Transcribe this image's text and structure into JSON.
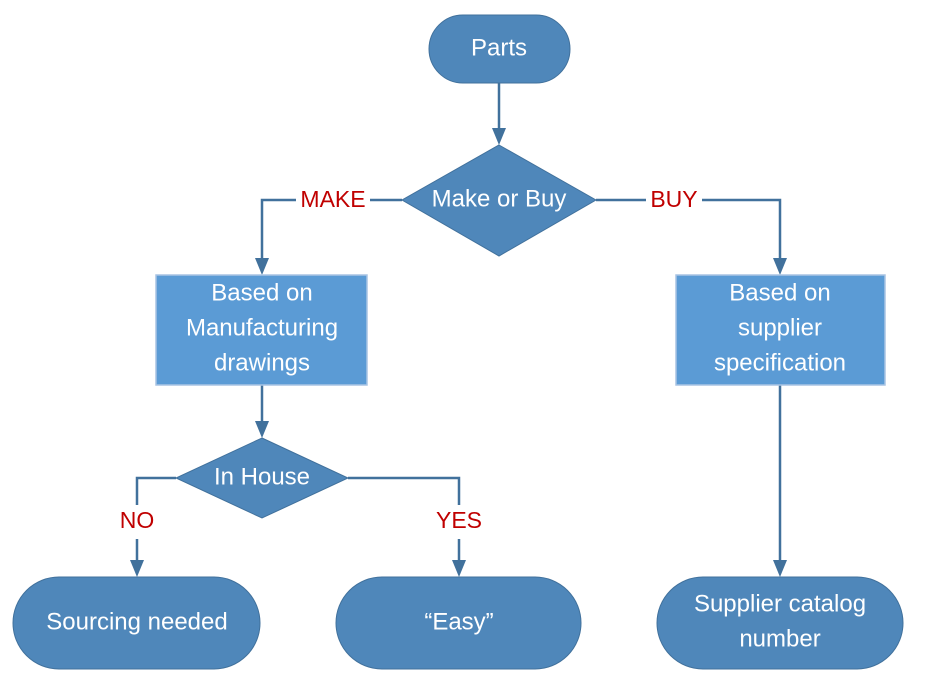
{
  "colors": {
    "terminal_fill": "#4f87ba",
    "process_fill": "#5b9bd5",
    "decision_fill": "#4f87ba",
    "connector": "#41719c",
    "label_text": "#c00000",
    "node_text": "#ffffff"
  },
  "nodes": {
    "parts": {
      "type": "terminal",
      "lines": [
        "Parts"
      ]
    },
    "make_or_buy": {
      "type": "decision",
      "lines": [
        "Make or Buy"
      ]
    },
    "manufacturing": {
      "type": "process",
      "lines": [
        "Based on",
        "Manufacturing",
        "drawings"
      ]
    },
    "supplier_spec": {
      "type": "process",
      "lines": [
        "Based on",
        "supplier",
        "specification"
      ]
    },
    "in_house": {
      "type": "decision",
      "lines": [
        "In House"
      ]
    },
    "sourcing": {
      "type": "terminal",
      "lines": [
        "Sourcing needed"
      ]
    },
    "easy": {
      "type": "terminal",
      "lines": [
        "“Easy”"
      ]
    },
    "catalog": {
      "type": "terminal",
      "lines": [
        "Supplier catalog",
        "number"
      ]
    }
  },
  "edges": [
    {
      "from": "parts",
      "to": "make_or_buy",
      "label": ""
    },
    {
      "from": "make_or_buy",
      "to": "manufacturing",
      "label": "MAKE"
    },
    {
      "from": "make_or_buy",
      "to": "supplier_spec",
      "label": "BUY"
    },
    {
      "from": "manufacturing",
      "to": "in_house",
      "label": ""
    },
    {
      "from": "in_house",
      "to": "sourcing",
      "label": "NO"
    },
    {
      "from": "in_house",
      "to": "easy",
      "label": "YES"
    },
    {
      "from": "supplier_spec",
      "to": "catalog",
      "label": ""
    }
  ]
}
